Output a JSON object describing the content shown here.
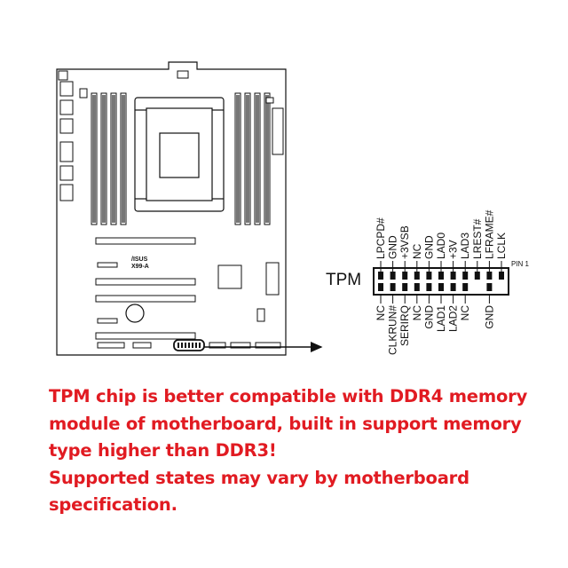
{
  "board": {
    "brand": "/ISUS",
    "model": "X99-A"
  },
  "header": {
    "name": "TPM",
    "pin1": "PIN 1",
    "top_pins": [
      "LPCPD#",
      "GND",
      "+3VSB",
      "NC",
      "GND",
      "LAD0",
      "+3V",
      "LAD3",
      "LREST#",
      "LFRAME#",
      "LCLK"
    ],
    "bottom_pins": [
      "NC",
      "CLKRUN#",
      "SERIRQ",
      "NC",
      "GND",
      "LAD1",
      "LAD2",
      "NC",
      "",
      "GND"
    ]
  },
  "caption": {
    "lines": [
      "TPM chip is better compatible with DDR4 memory",
      "module of motherboard, built in support memory",
      "type higher than DDR3!",
      "Supported states may vary by motherboard",
      "specification."
    ]
  },
  "colors": {
    "caption": "#e11b22",
    "line": "#111111"
  }
}
